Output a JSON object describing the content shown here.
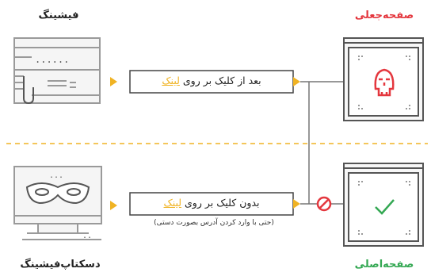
{
  "labels": {
    "phishing": "فیشینگ",
    "fake_page": "صفحه‌جعلی",
    "desktop_phishing": "دسکتاپ‌فیشینگ",
    "real_page": "صفحه‌اصلی"
  },
  "top_box": {
    "prefix": "بعد از کلیک بر روی ",
    "link": "لینک"
  },
  "bottom_box": {
    "prefix": "بدون کلیک بر روی ",
    "link": "لینک"
  },
  "bottom_note": "(حتی با وارد کردن آدرس بصورت دستی)",
  "colors": {
    "red": "#e4373e",
    "green": "#34a853",
    "orange": "#f0b323",
    "gray": "#8c8c8c",
    "dark": "#444444"
  }
}
